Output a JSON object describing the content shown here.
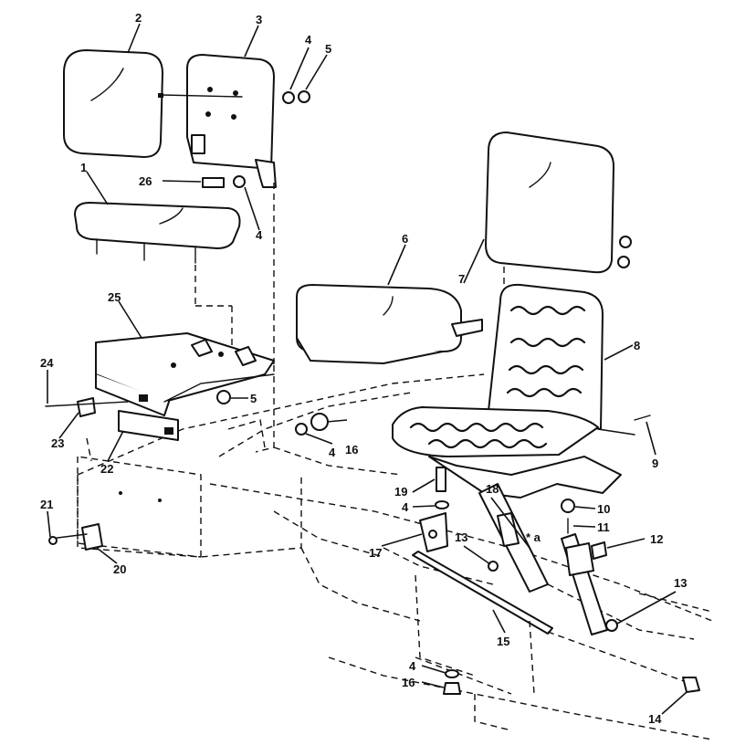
{
  "callouts": {
    "c1": "1",
    "c2": "2",
    "c3": "3",
    "c4a": "4",
    "c5a": "5",
    "c26": "26",
    "c4b": "4",
    "c6": "6",
    "c7": "7",
    "c8": "8",
    "c25": "25",
    "c24": "24",
    "c5b": "5",
    "c23": "23",
    "c4c": "4",
    "c16a": "16",
    "c9": "9",
    "c22": "22",
    "c19": "19",
    "c4d": "4",
    "c18": "18",
    "c10": "10",
    "c21": "21",
    "c11": "11",
    "c17": "17",
    "c13a": "13",
    "c12": "12",
    "c20": "20",
    "c13b": "13",
    "c15": "15",
    "c4e": "4",
    "c16b": "16",
    "c14": "14"
  },
  "marker": "* a"
}
